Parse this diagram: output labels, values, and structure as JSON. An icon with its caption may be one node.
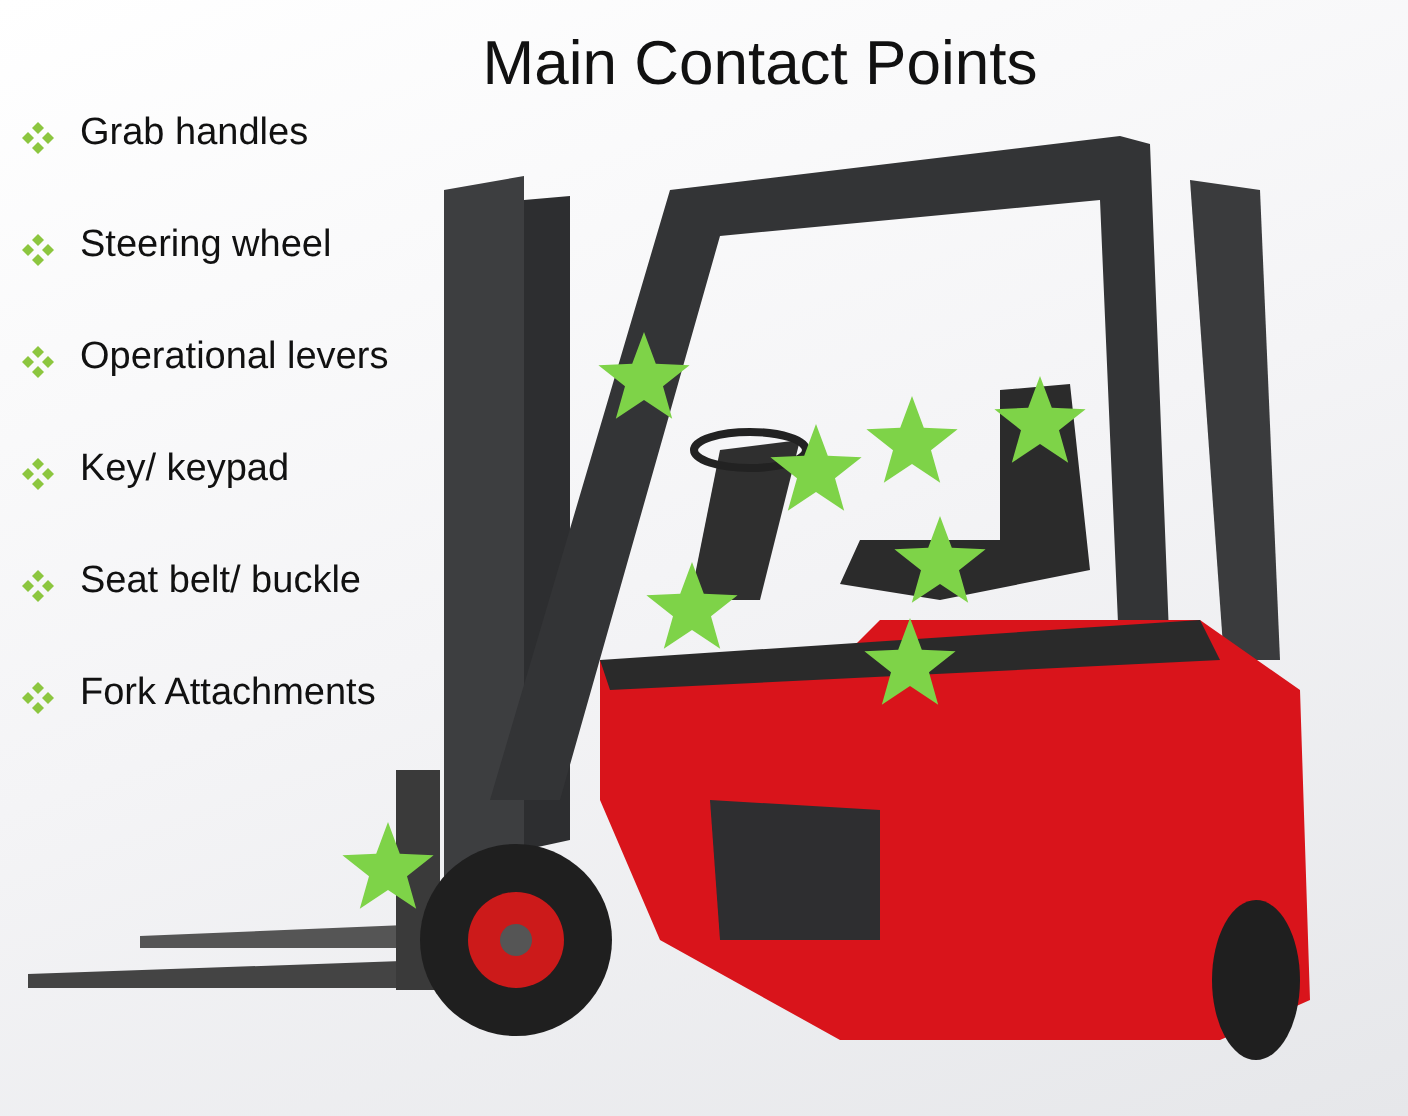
{
  "diagram": {
    "title": "Main Contact Points",
    "labels": [
      "Grab handles",
      "Steering wheel",
      "Operational levers",
      "Key/ keypad",
      "Seat belt/ buckle",
      "Fork Attachments"
    ]
  }
}
